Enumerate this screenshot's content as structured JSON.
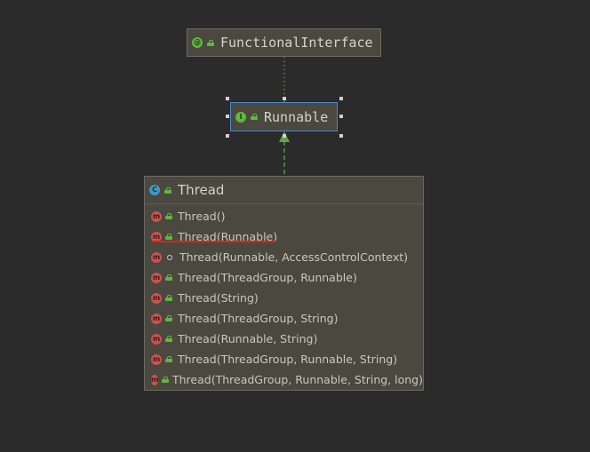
{
  "diagram": {
    "nodes": {
      "functional_interface": {
        "badge": "@",
        "name": "FunctionalInterface"
      },
      "runnable": {
        "badge": "I",
        "name": "Runnable"
      },
      "thread": {
        "badge": "C",
        "name": "Thread",
        "members": [
          {
            "badge": "m",
            "visibility": "public",
            "signature": "Thread()"
          },
          {
            "badge": "m",
            "visibility": "public",
            "signature": "Thread(Runnable)",
            "underlined": true
          },
          {
            "badge": "m",
            "visibility": "package-private",
            "signature": "Thread(Runnable, AccessControlContext)"
          },
          {
            "badge": "m",
            "visibility": "public",
            "signature": "Thread(ThreadGroup, Runnable)"
          },
          {
            "badge": "m",
            "visibility": "public",
            "signature": "Thread(String)"
          },
          {
            "badge": "m",
            "visibility": "public",
            "signature": "Thread(ThreadGroup, String)"
          },
          {
            "badge": "m",
            "visibility": "public",
            "signature": "Thread(Runnable, String)"
          },
          {
            "badge": "m",
            "visibility": "public",
            "signature": "Thread(ThreadGroup, Runnable, String)"
          },
          {
            "badge": "m",
            "visibility": "public",
            "signature": "Thread(ThreadGroup, Runnable, String, long)"
          }
        ]
      }
    },
    "edges": [
      {
        "from": "runnable",
        "to": "functional_interface",
        "kind": "annotation",
        "style": "dotted"
      },
      {
        "from": "thread",
        "to": "runnable",
        "kind": "implements",
        "style": "dashed-arrow"
      }
    ],
    "selected_node": "runnable",
    "colors": {
      "background": "#2b2b2b",
      "node_fill": "#4a483f",
      "node_border": "#6b6a62",
      "selected_border": "#4a88c7",
      "edge_annotation": "#6f8c54",
      "edge_implements": "#62a04f",
      "underline": "#e0201c",
      "badge_class": "#3e9bbf",
      "badge_interface": "#62b543",
      "badge_method": "#c75450"
    }
  }
}
